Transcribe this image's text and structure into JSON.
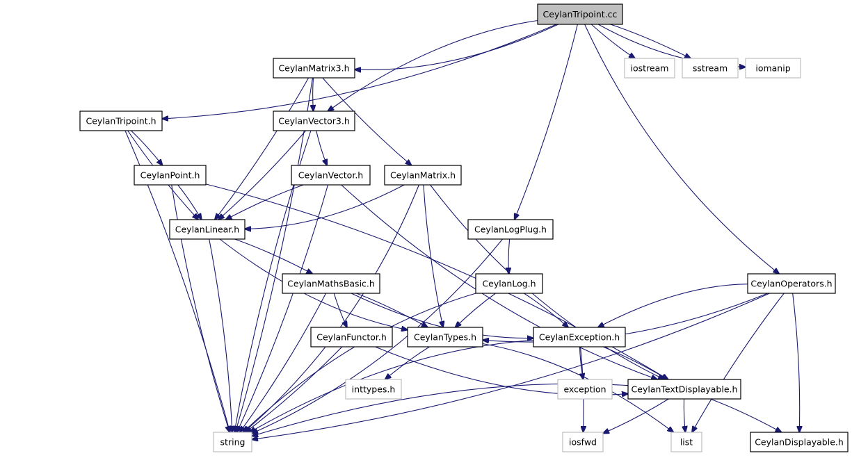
{
  "nodes": [
    {
      "id": "tripoint_cc",
      "label": "CeylanTripoint.cc",
      "kind": "root"
    },
    {
      "id": "matrix3",
      "label": "CeylanMatrix3.h",
      "kind": "local"
    },
    {
      "id": "iostream",
      "label": "iostream",
      "kind": "system"
    },
    {
      "id": "sstream",
      "label": "sstream",
      "kind": "system"
    },
    {
      "id": "iomanip",
      "label": "iomanip",
      "kind": "system"
    },
    {
      "id": "tripoint_h",
      "label": "CeylanTripoint.h",
      "kind": "local"
    },
    {
      "id": "vector3",
      "label": "CeylanVector3.h",
      "kind": "local"
    },
    {
      "id": "point",
      "label": "CeylanPoint.h",
      "kind": "local"
    },
    {
      "id": "vector",
      "label": "CeylanVector.h",
      "kind": "local"
    },
    {
      "id": "matrix",
      "label": "CeylanMatrix.h",
      "kind": "local"
    },
    {
      "id": "linear",
      "label": "CeylanLinear.h",
      "kind": "local"
    },
    {
      "id": "logplug",
      "label": "CeylanLogPlug.h",
      "kind": "local"
    },
    {
      "id": "mathsbasic",
      "label": "CeylanMathsBasic.h",
      "kind": "local"
    },
    {
      "id": "log",
      "label": "CeylanLog.h",
      "kind": "local"
    },
    {
      "id": "operators",
      "label": "CeylanOperators.h",
      "kind": "local"
    },
    {
      "id": "functor",
      "label": "CeylanFunctor.h",
      "kind": "local"
    },
    {
      "id": "types",
      "label": "CeylanTypes.h",
      "kind": "local"
    },
    {
      "id": "exception_h",
      "label": "CeylanException.h",
      "kind": "local"
    },
    {
      "id": "inttypes",
      "label": "inttypes.h",
      "kind": "system"
    },
    {
      "id": "exception",
      "label": "exception",
      "kind": "system"
    },
    {
      "id": "textdisplayable",
      "label": "CeylanTextDisplayable.h",
      "kind": "local"
    },
    {
      "id": "string",
      "label": "string",
      "kind": "system"
    },
    {
      "id": "iosfwd",
      "label": "iosfwd",
      "kind": "system"
    },
    {
      "id": "list",
      "label": "list",
      "kind": "system"
    },
    {
      "id": "displayable",
      "label": "CeylanDisplayable.h",
      "kind": "local"
    }
  ],
  "edges": [
    [
      "tripoint_cc",
      "matrix3"
    ],
    [
      "tripoint_cc",
      "iostream"
    ],
    [
      "tripoint_cc",
      "sstream"
    ],
    [
      "tripoint_cc",
      "iomanip"
    ],
    [
      "tripoint_cc",
      "tripoint_h"
    ],
    [
      "tripoint_cc",
      "vector3"
    ],
    [
      "tripoint_cc",
      "logplug"
    ],
    [
      "tripoint_cc",
      "operators"
    ],
    [
      "matrix3",
      "string"
    ],
    [
      "matrix3",
      "vector3"
    ],
    [
      "matrix3",
      "linear"
    ],
    [
      "matrix3",
      "matrix"
    ],
    [
      "tripoint_h",
      "point"
    ],
    [
      "tripoint_h",
      "linear"
    ],
    [
      "tripoint_h",
      "string"
    ],
    [
      "vector3",
      "vector"
    ],
    [
      "vector3",
      "linear"
    ],
    [
      "vector3",
      "string"
    ],
    [
      "point",
      "linear"
    ],
    [
      "point",
      "string"
    ],
    [
      "point",
      "textdisplayable"
    ],
    [
      "vector",
      "linear"
    ],
    [
      "vector",
      "string"
    ],
    [
      "vector",
      "textdisplayable"
    ],
    [
      "matrix",
      "linear"
    ],
    [
      "matrix",
      "types"
    ],
    [
      "matrix",
      "string"
    ],
    [
      "matrix",
      "textdisplayable"
    ],
    [
      "linear",
      "mathsbasic"
    ],
    [
      "linear",
      "types"
    ],
    [
      "linear",
      "string"
    ],
    [
      "logplug",
      "log"
    ],
    [
      "logplug",
      "string"
    ],
    [
      "mathsbasic",
      "functor"
    ],
    [
      "mathsbasic",
      "types"
    ],
    [
      "mathsbasic",
      "exception_h"
    ],
    [
      "mathsbasic",
      "string"
    ],
    [
      "log",
      "types"
    ],
    [
      "log",
      "exception_h"
    ],
    [
      "log",
      "string"
    ],
    [
      "operators",
      "types"
    ],
    [
      "operators",
      "exception_h"
    ],
    [
      "operators",
      "string"
    ],
    [
      "operators",
      "list"
    ],
    [
      "operators",
      "displayable"
    ],
    [
      "functor",
      "textdisplayable"
    ],
    [
      "functor",
      "string"
    ],
    [
      "types",
      "inttypes"
    ],
    [
      "types",
      "list"
    ],
    [
      "exception_h",
      "exception"
    ],
    [
      "exception_h",
      "textdisplayable"
    ],
    [
      "exception_h",
      "string"
    ],
    [
      "exception_h",
      "iosfwd"
    ],
    [
      "textdisplayable",
      "string"
    ],
    [
      "textdisplayable",
      "iosfwd"
    ],
    [
      "textdisplayable",
      "list"
    ],
    [
      "textdisplayable",
      "displayable"
    ]
  ]
}
